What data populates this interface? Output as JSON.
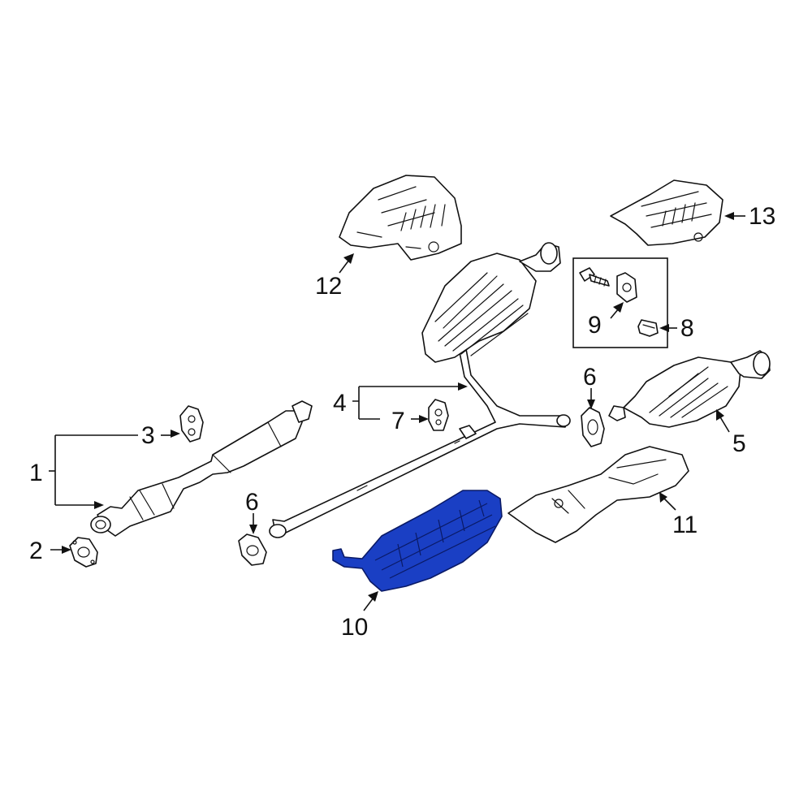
{
  "diagram": {
    "highlight_color": "#1a3fc4",
    "line_color": "#111111",
    "background_color": "#ffffff",
    "callouts": {
      "c1": "1",
      "c2": "2",
      "c3": "3",
      "c4": "4",
      "c5": "5",
      "c6a": "6",
      "c6b": "6",
      "c7": "7",
      "c8": "8",
      "c9": "9",
      "c10": "10",
      "c11": "11",
      "c12": "12",
      "c13": "13"
    },
    "highlighted_part": "10"
  }
}
